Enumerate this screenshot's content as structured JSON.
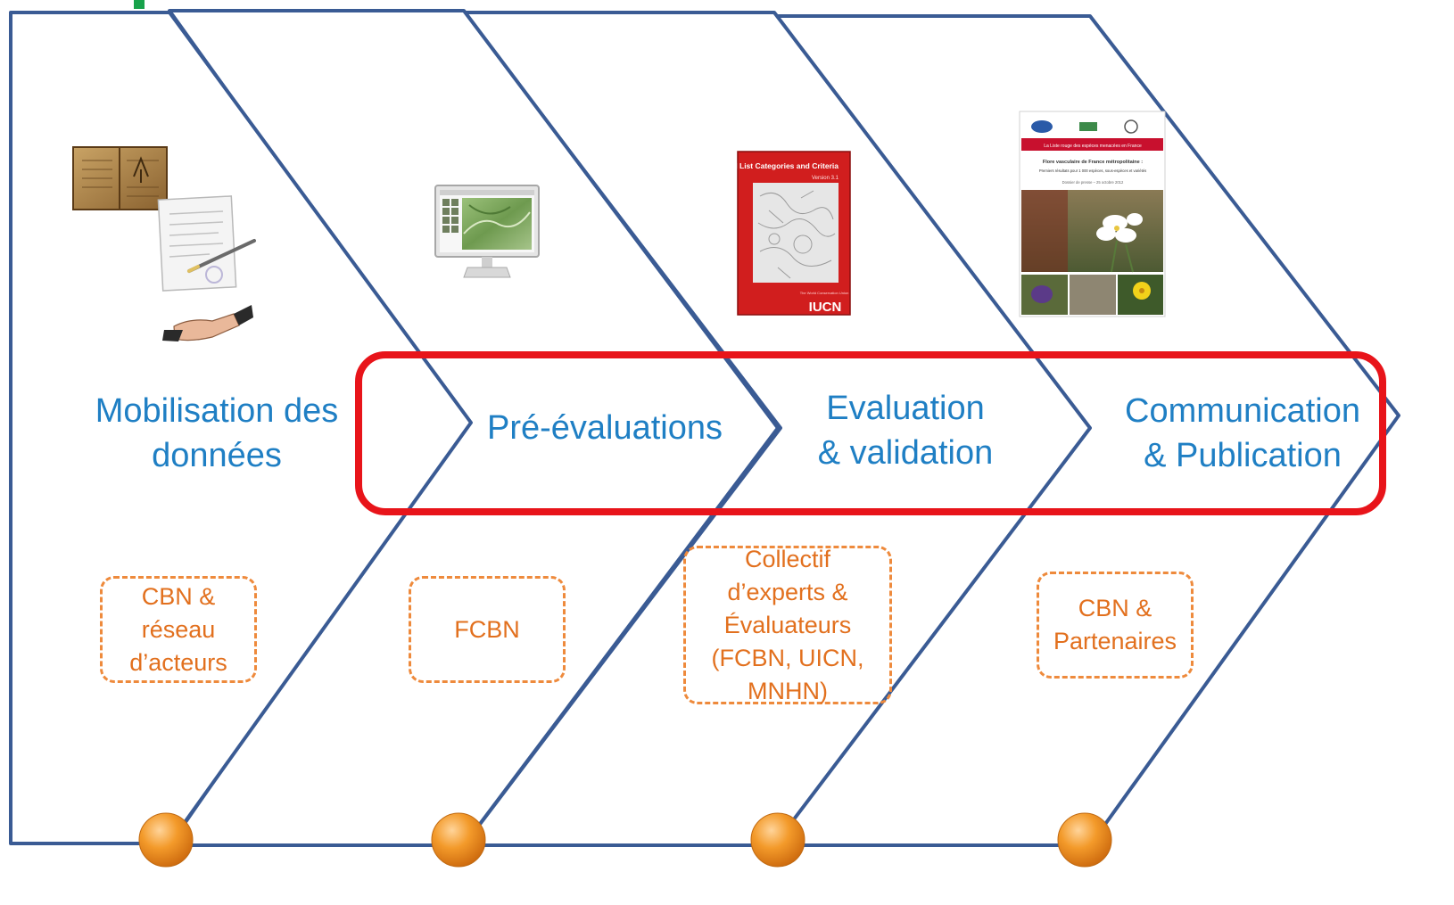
{
  "stages": [
    {
      "id": "mobilisation",
      "title_lines": [
        "Mobilisation des",
        "données"
      ],
      "actors_lines": [
        "CBN &",
        "réseau",
        "d’acteurs"
      ],
      "illustration": "old-book-contract-handshake-icon"
    },
    {
      "id": "pre-evaluations",
      "title_lines": [
        "Pré-évaluations"
      ],
      "actors_lines": [
        "FCBN"
      ],
      "illustration": "computer-monitor-map-icon"
    },
    {
      "id": "evaluation",
      "title_lines": [
        "Evaluation",
        "& validation"
      ],
      "actors_lines": [
        "Collectif",
        "d’experts &",
        "Évaluateurs",
        "(FCBN, UICN,",
        "MNHN)"
      ],
      "illustration": "iucn-red-list-booklet",
      "booklet": {
        "heading": "IUCN Red List Categories and Criteria",
        "version": "Version 3.1",
        "logo": "IUCN",
        "caption": "The World Conservation Union"
      }
    },
    {
      "id": "communication",
      "title_lines": [
        "Communication",
        "& Publication"
      ],
      "actors_lines": [
        "CBN &",
        "Partenaires"
      ],
      "illustration": "red-list-report-cover",
      "report": {
        "banner": "La Liste rouge des espèces menacées en France",
        "title": "Flore vasculaire de France métropolitaine :",
        "subtitle": "Premiers résultats pour 1 000 espèces, sous-espèces et variétés",
        "date": "Dossier de presse – 25 octobre 2012"
      }
    }
  ],
  "colors": {
    "chevron_stroke": "#3a5b94",
    "highlight": "#e8141a",
    "stage_text": "#1f7fc4",
    "actor_text": "#e2701e",
    "actor_border": "#ee8a3c",
    "dot": "#f39a2a"
  }
}
